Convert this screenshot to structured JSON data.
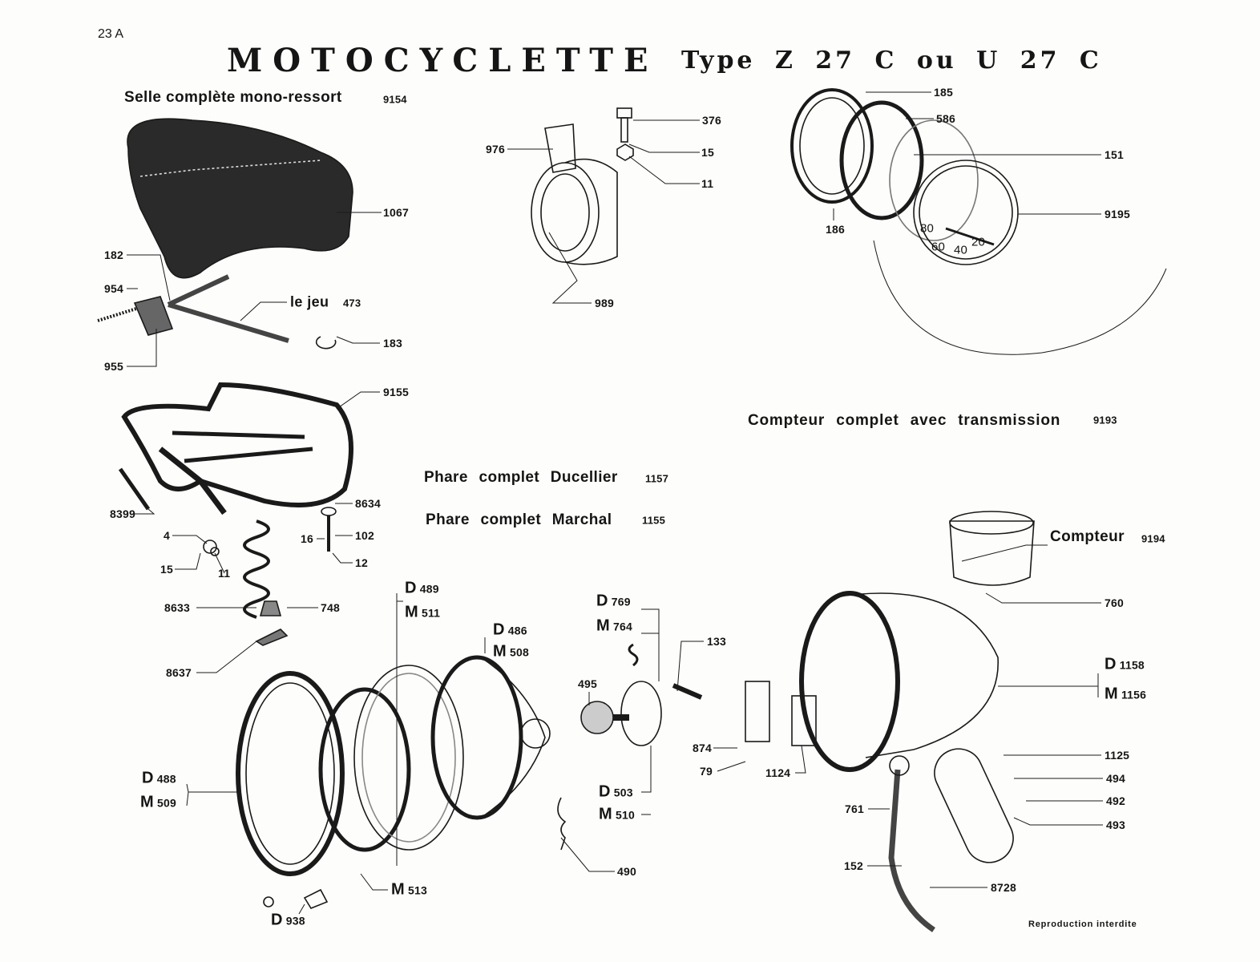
{
  "page_number": "23 A",
  "title": "MOTOCYCLETTE",
  "subtitle": "Type Z 27 C ou U 27 C",
  "footer": "Reproduction interdite",
  "headings": {
    "selle": {
      "label": "Selle complète mono-ressort",
      "ref": "9154"
    },
    "le_jeu": {
      "label": "le jeu",
      "ref": "473"
    },
    "compteur_complet": {
      "label": "Compteur complet avec transmission",
      "ref": "9193"
    },
    "phare_ducellier": {
      "label": "Phare complet Ducellier",
      "ref": "1157"
    },
    "phare_marchal": {
      "label": "Phare complet Marchal",
      "ref": "1155"
    },
    "compteur": {
      "label": "Compteur",
      "ref": "9194"
    }
  },
  "saddle_parts": [
    "1067",
    "182",
    "954",
    "183",
    "955",
    "9155",
    "8399",
    "8634",
    "4",
    "16",
    "102",
    "15",
    "11",
    "12",
    "8633",
    "748",
    "8637"
  ],
  "horn_parts": [
    "376",
    "976",
    "15",
    "11",
    "989"
  ],
  "speedo_parts": [
    "185",
    "586",
    "151",
    "9195",
    "186"
  ],
  "speedo_dial": [
    "80",
    "60",
    "40",
    "20"
  ],
  "headlamp_parts": {
    "d489": [
      "D",
      "489"
    ],
    "m511": [
      "M",
      "511"
    ],
    "d486": [
      "D",
      "486"
    ],
    "m508": [
      "M",
      "508"
    ],
    "d769": [
      "D",
      "769"
    ],
    "m764": [
      "M",
      "764"
    ],
    "p133": "133",
    "p495": "495",
    "p874": "874",
    "p79": "79",
    "p1124": "1124",
    "d488": [
      "D",
      "488"
    ],
    "m509": [
      "M",
      "509"
    ],
    "d503": [
      "D",
      "503"
    ],
    "m510": [
      "M",
      "510"
    ],
    "p490": "490",
    "m513": [
      "M",
      "513"
    ],
    "d938": [
      "D",
      "938"
    ],
    "p760": "760",
    "d1158": [
      "D",
      "1158"
    ],
    "m1156": [
      "M",
      "1156"
    ],
    "p1125": "1125",
    "p494": "494",
    "p492": "492",
    "p493": "493",
    "p761": "761",
    "p152": "152",
    "p8728": "8728"
  }
}
